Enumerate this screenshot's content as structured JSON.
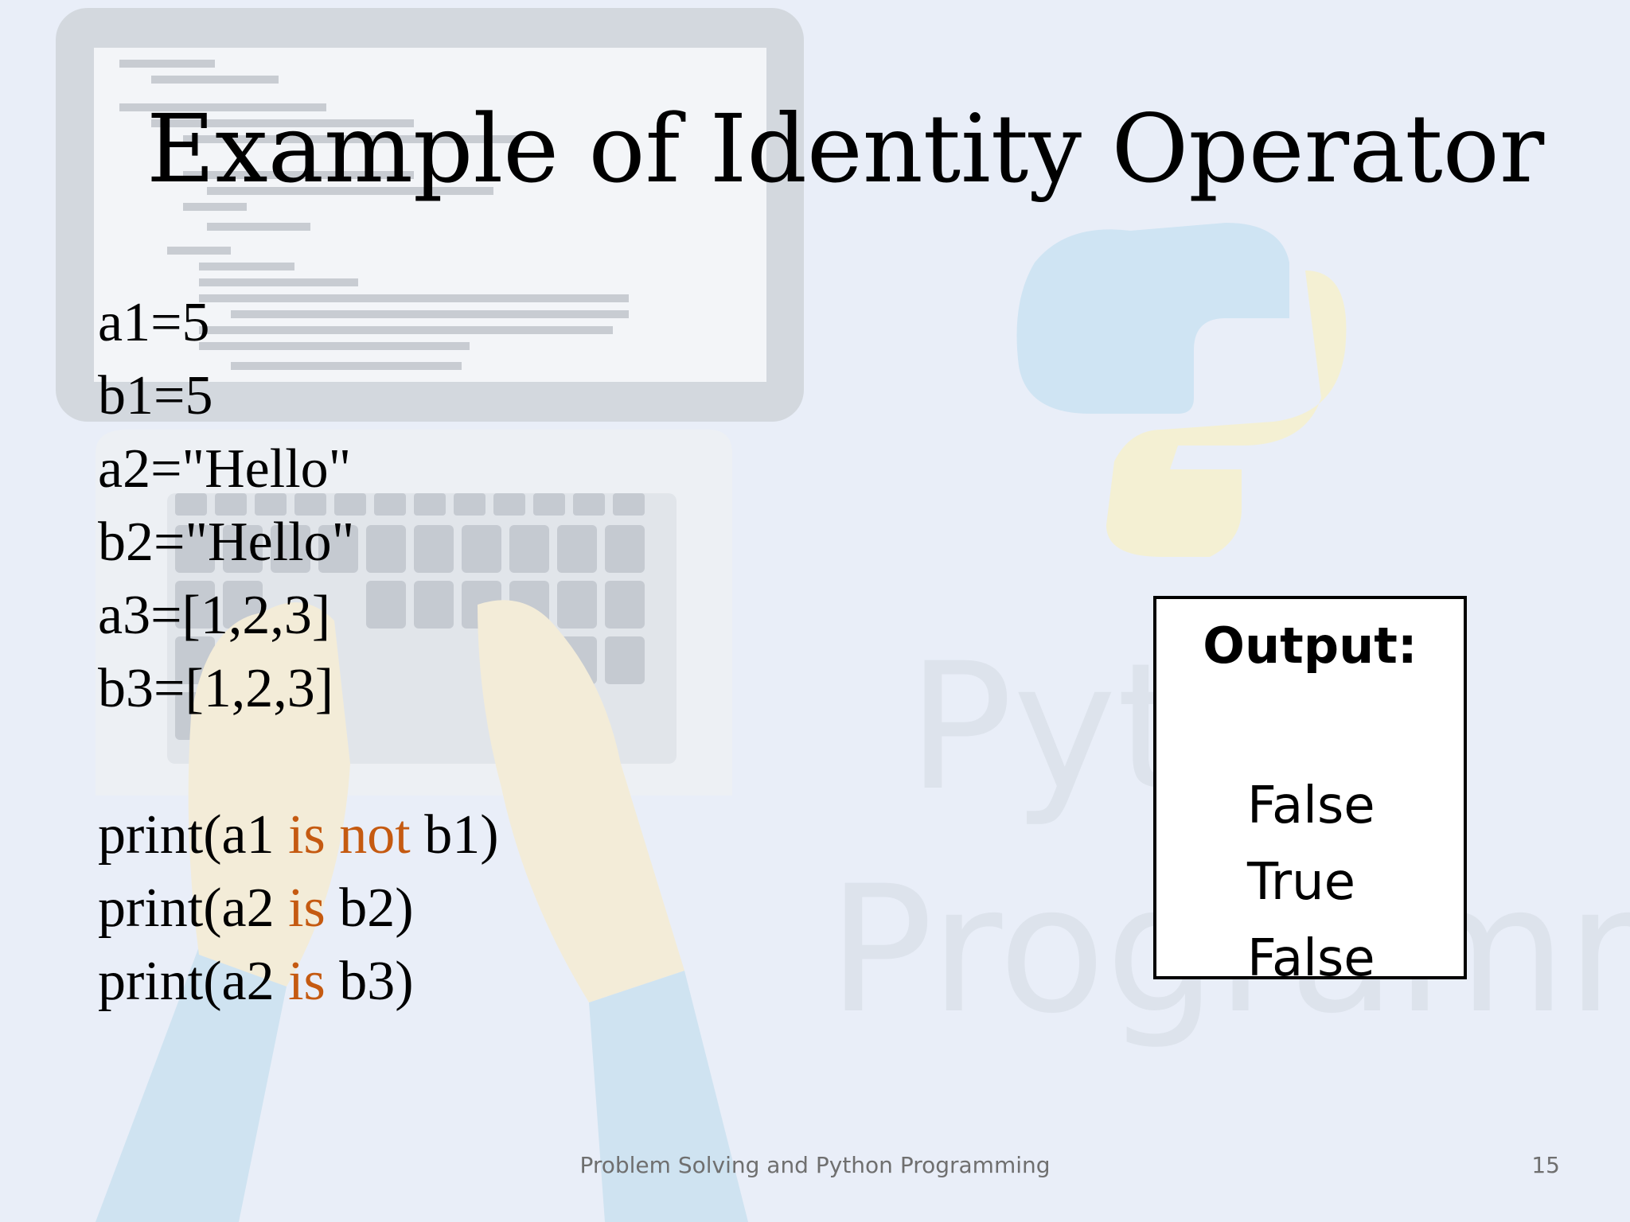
{
  "slide": {
    "title": "Example of Identity Operator",
    "code_lines": [
      [
        {
          "text": "a1=5",
          "kw": false
        }
      ],
      [
        {
          "text": "b1=5",
          "kw": false
        }
      ],
      [
        {
          "text": "a2=\"Hello\"",
          "kw": false
        }
      ],
      [
        {
          "text": "b2=\"Hello\"",
          "kw": false
        }
      ],
      [
        {
          "text": "a3=[1,2,3]",
          "kw": false
        }
      ],
      [
        {
          "text": "b3=[1,2,3]",
          "kw": false
        }
      ],
      [],
      [
        {
          "text": "print(a1 ",
          "kw": false
        },
        {
          "text": "is not",
          "kw": true
        },
        {
          "text": " b1)",
          "kw": false
        }
      ],
      [
        {
          "text": "print(a2 ",
          "kw": false
        },
        {
          "text": "is",
          "kw": true
        },
        {
          "text": " b2)",
          "kw": false
        }
      ],
      [
        {
          "text": "print(a2 ",
          "kw": false
        },
        {
          "text": "is",
          "kw": true
        },
        {
          "text": " b3)",
          "kw": false
        }
      ]
    ],
    "output": {
      "heading": "Output:",
      "lines": [
        "False",
        "True",
        "False"
      ]
    },
    "footer": "Problem Solving and Python Programming",
    "page_number": "15",
    "colors": {
      "keyword": "#c55a11",
      "text": "#000000",
      "footer": "#6f6f6f"
    }
  }
}
